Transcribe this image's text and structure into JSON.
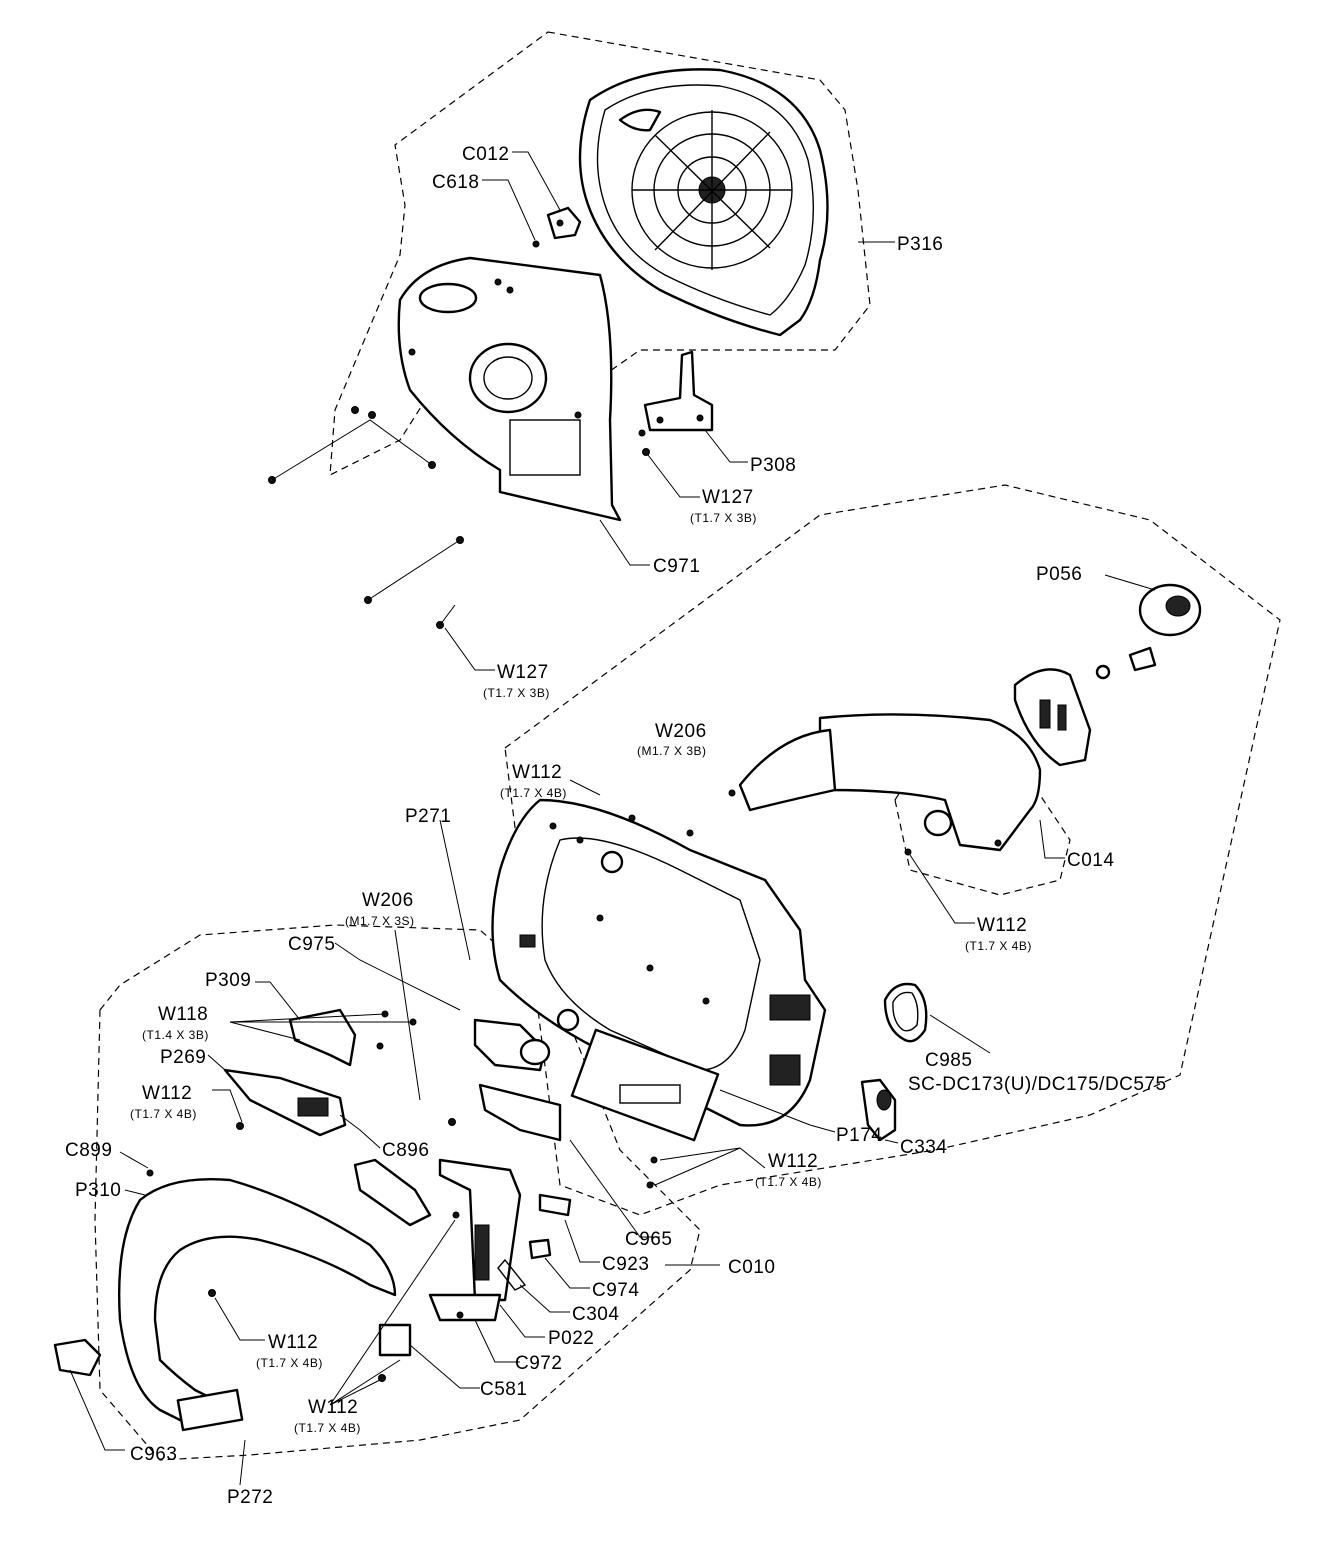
{
  "labels": {
    "C012": "C012",
    "C618": "C618",
    "P316": "P316",
    "P308": "P308",
    "W127_top": "W127",
    "W127_top_sub": "(T1.7 X 3B)",
    "C971": "C971",
    "W127_low": "W127",
    "W127_low_sub": "(T1.7 X 3B)",
    "P056": "P056",
    "W206_top": "W206",
    "W206_top_sub": "(M1.7 X 3B)",
    "W112_a": "W112",
    "W112_a_sub": "(T1.7 X 4B)",
    "P271": "P271",
    "C014": "C014",
    "W112_b": "W112",
    "W112_b_sub": "(T1.7 X 4B)",
    "W206_mid": "W206",
    "W206_mid_sub": "(M1.7 X 3S)",
    "C975": "C975",
    "P309": "P309",
    "W118": "W118",
    "W118_sub": "(T1.4 X 3B)",
    "P269": "P269",
    "W112_c": "W112",
    "W112_c_sub": "(T1.7 X 4B)",
    "C985": "C985",
    "C985_models": "SC-DC173(U)/DC175/DC575",
    "C896": "C896",
    "C899": "C899",
    "P310": "P310",
    "P174": "P174",
    "C334": "C334",
    "W112_d": "W112",
    "W112_d_sub": "(T1.7 X 4B)",
    "C965": "C965",
    "C923": "C923",
    "C010": "C010",
    "C974": "C974",
    "C304": "C304",
    "P022": "P022",
    "W112_e": "W112",
    "W112_e_sub": "(T1.7 X 4B)",
    "C972": "C972",
    "C581": "C581",
    "W112_f": "W112",
    "W112_f_sub": "(T1.7 X 4B)",
    "C963": "C963",
    "P272": "P272"
  }
}
